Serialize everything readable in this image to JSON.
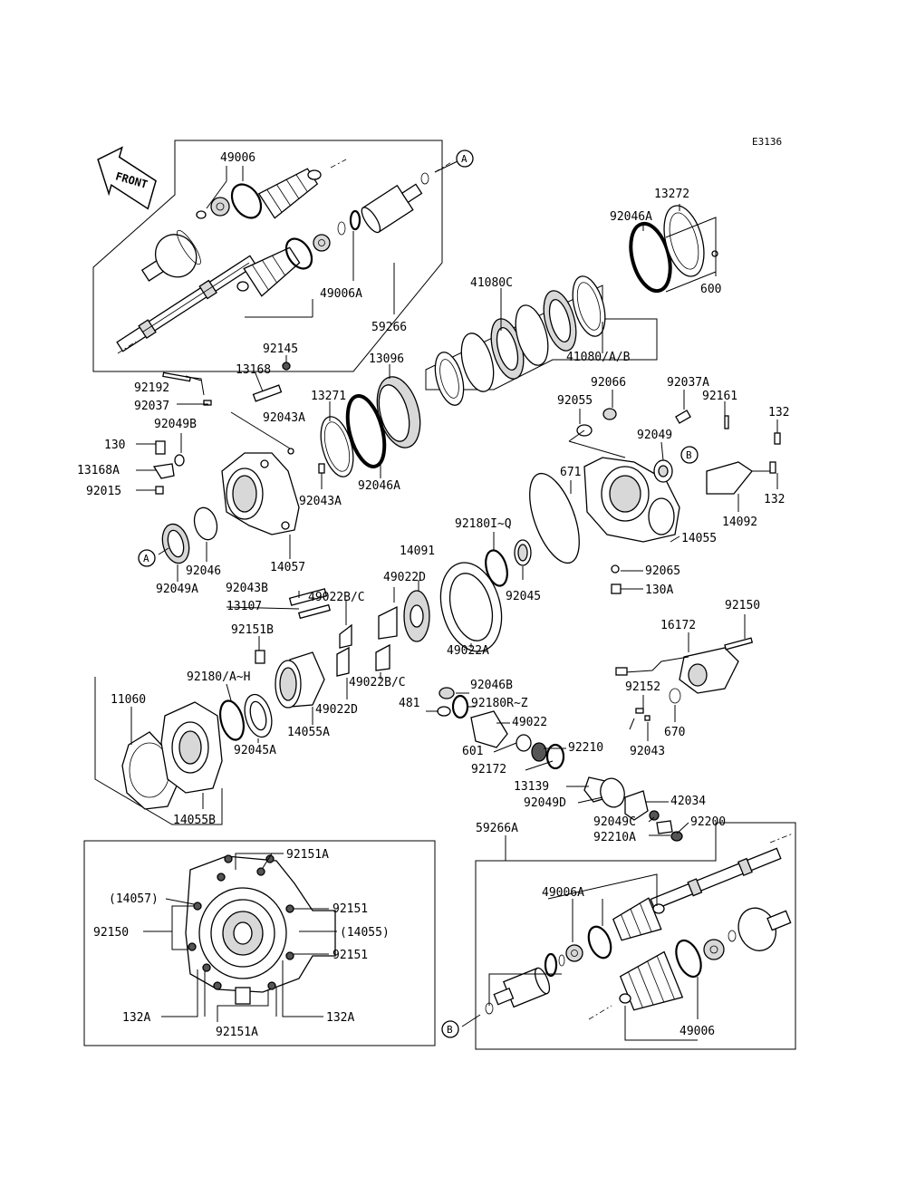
{
  "diagram_code": "E3136",
  "front_label": "FRONT",
  "ref_marks": {
    "a": "A",
    "b": "B"
  },
  "labels": {
    "p49006_top": "49006",
    "p49006a_top": "49006A",
    "p59266": "59266",
    "p13272": "13272",
    "p92046a_top": "92046A",
    "p600": "600",
    "p41080c": "41080C",
    "p41080ab": "41080/A/B",
    "p92145": "92145",
    "p13168": "13168",
    "p13096": "13096",
    "p92192": "92192",
    "p92037": "92037",
    "p13271": "13271",
    "p92043a_top": "92043A",
    "p92049b": "92049B",
    "p130": "130",
    "p13168a": "13168A",
    "p92015": "92015",
    "p92046a_mid": "92046A",
    "p92043a_mid": "92043A",
    "p92066": "92066",
    "p92037a": "92037A",
    "p92055": "92055",
    "p92161": "92161",
    "p132_top": "132",
    "p92049": "92049",
    "p132_bot": "132",
    "p671": "671",
    "p14092": "14092",
    "p14055": "14055",
    "p92180iq": "92180I~Q",
    "p14091": "14091",
    "p92045": "92045",
    "p92065": "92065",
    "p130a": "130A",
    "p92049a": "92049A",
    "p92046": "92046",
    "p14057": "14057",
    "p92043b": "92043B",
    "p49022d_top": "49022D",
    "p13107": "13107",
    "p49022bc_top": "49022B/C",
    "p49022a": "49022A",
    "p92151b": "92151B",
    "p16172": "16172",
    "p92150_top": "92150",
    "p92180ah": "92180/A~H",
    "p49022bc_bot": "49022B/C",
    "p92046b": "92046B",
    "p11060": "11060",
    "p49022d_bot": "49022D",
    "p481": "481",
    "p92180rz": "92180R~Z",
    "p92152": "92152",
    "p670": "670",
    "p14055a": "14055A",
    "p92045a": "92045A",
    "p49022": "49022",
    "p601": "601",
    "p92210": "92210",
    "p92043": "92043",
    "p92172": "92172",
    "p13139": "13139",
    "p14055b": "14055B",
    "p42034": "42034",
    "p92049d": "92049D",
    "p92049c": "92049C",
    "p92200": "92200",
    "p59266a": "59266A",
    "p92210a": "92210A",
    "p49006a_bot": "49006A",
    "p49006_bot": "49006",
    "in_92151a_top": "92151A",
    "in_14057": "(14057)",
    "in_92151_1": "92151",
    "in_92150": "92150",
    "in_14055": "(14055)",
    "in_92151_2": "92151",
    "in_132a_l": "132A",
    "in_132a_r": "132A",
    "in_92151a_bot": "92151A"
  }
}
